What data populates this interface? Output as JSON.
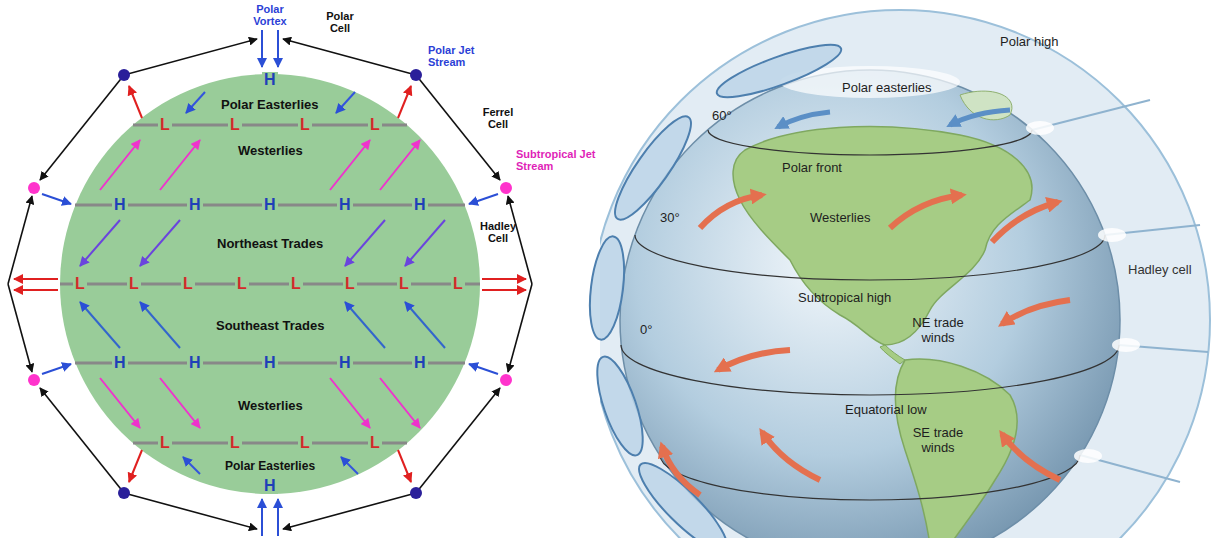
{
  "diagram": {
    "labels": [
      "Polar Vortex",
      "Polar Cell",
      "Polar Jet Stream",
      "H",
      "Polar Easterlies",
      "Ferrel Cell",
      "Subtropical Jet Stream",
      "L",
      "L",
      "L",
      "L",
      "Westerlies",
      "H",
      "H",
      "H",
      "H",
      "H",
      "Northeast Trades",
      "Hadley Cell",
      "L",
      "L",
      "L",
      "L",
      "L",
      "L",
      "L",
      "L",
      "Southeast Trades",
      "H",
      "H",
      "H",
      "H",
      "H",
      "Westerlies",
      "L",
      "L",
      "L",
      "L",
      "Polar Easterlies",
      "H",
      "Polar high",
      "Polar easterlies",
      "60°",
      "Polar front",
      "30°",
      "Westerlies",
      "Hadley cell",
      "Subtropical high",
      "NE trade winds",
      "0°",
      "Equatorial low",
      "SE trade winds"
    ]
  }
}
